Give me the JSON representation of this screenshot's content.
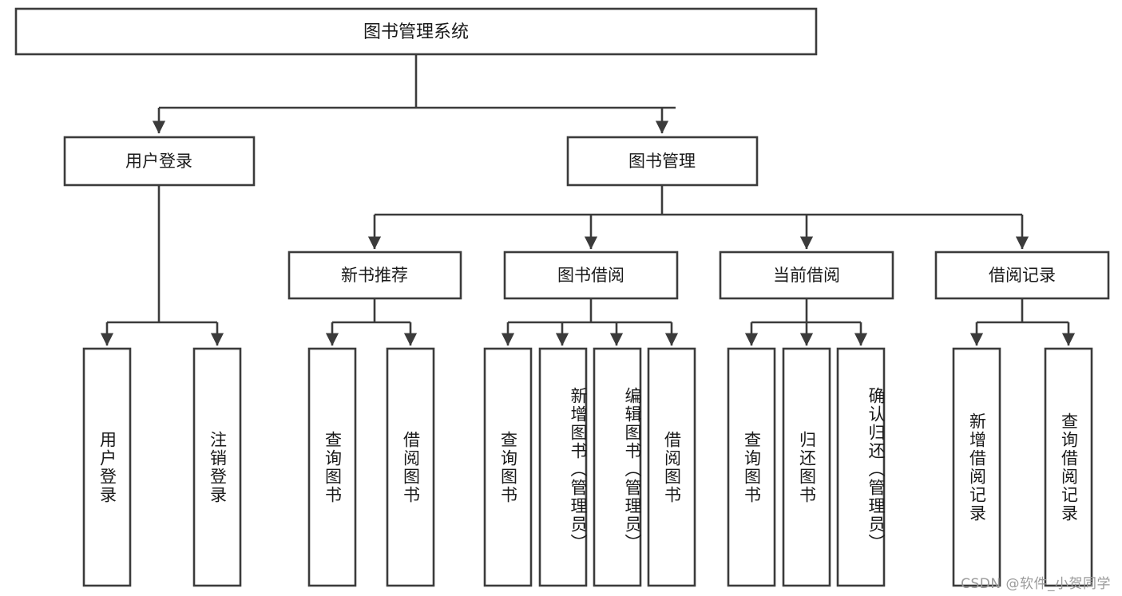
{
  "diagram": {
    "type": "tree-hierarchy-chart",
    "title": "图书管理系统",
    "orientation": "top-down",
    "colors": {
      "box_fill": "#ffffff",
      "box_stroke": "#3b3b3b",
      "text": "#1a1a1a",
      "watermark": "#9a9a9a",
      "background": "#ffffff"
    },
    "root": {
      "label": "图书管理系统"
    },
    "level2": [
      {
        "label": "用户登录"
      },
      {
        "label": "图书管理"
      }
    ],
    "level3": [
      {
        "label": "新书推荐"
      },
      {
        "label": "图书借阅"
      },
      {
        "label": "当前借阅"
      },
      {
        "label": "借阅记录"
      }
    ],
    "leaves": {
      "user_login": [
        {
          "label": "用户登录"
        },
        {
          "label": "注销登录"
        }
      ],
      "new_book_recommend": [
        {
          "label": "查询图书"
        },
        {
          "label": "借阅图书"
        }
      ],
      "book_borrow": [
        {
          "label": "查询图书"
        },
        {
          "label": "新增图书（管理员）"
        },
        {
          "label": "编辑图书（管理员）"
        },
        {
          "label": "借阅图书"
        }
      ],
      "current_borrow": [
        {
          "label": "查询图书"
        },
        {
          "label": "归还图书"
        },
        {
          "label": "确认归还（管理员）"
        }
      ],
      "borrow_record": [
        {
          "label": "新增借阅记录"
        },
        {
          "label": "查询借阅记录"
        }
      ]
    },
    "watermark": "CSDN @软件_小贺同学"
  }
}
